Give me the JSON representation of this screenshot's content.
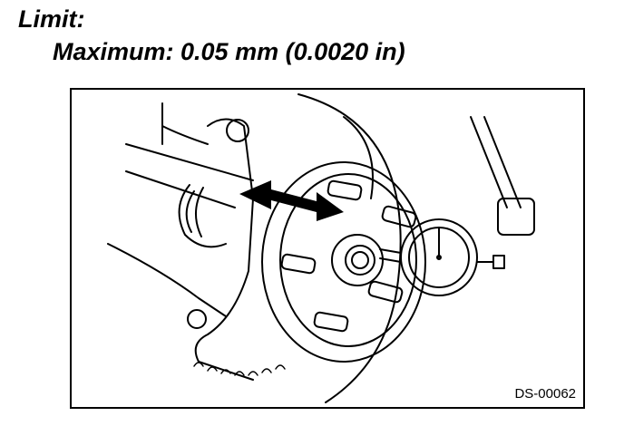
{
  "spec": {
    "label": "Limit:",
    "value": "Maximum: 0.05 mm (0.0020 in)"
  },
  "figure": {
    "code": "DS-00062",
    "line_color": "#000000",
    "background": "#ffffff"
  }
}
